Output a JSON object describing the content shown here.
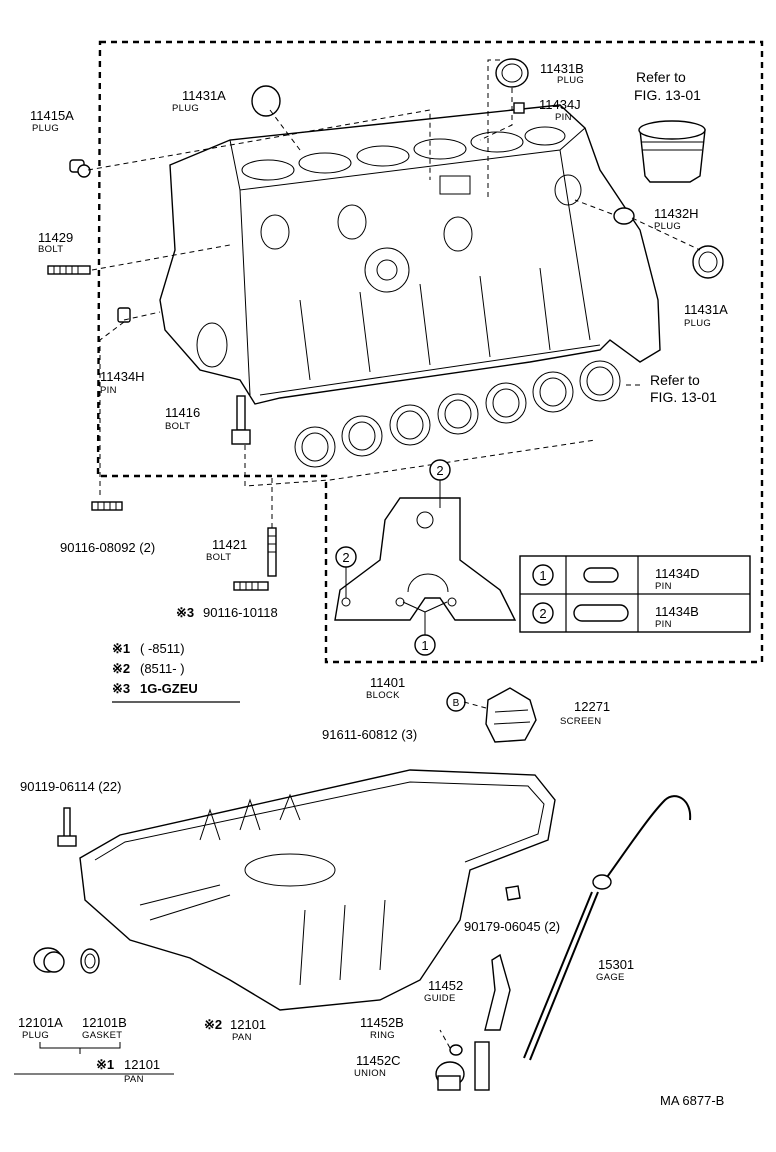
{
  "labels": {
    "p11415A": {
      "number": "11415A",
      "name": "PLUG"
    },
    "p11431A_top": {
      "number": "11431A",
      "name": "PLUG"
    },
    "p11431B": {
      "number": "11431B",
      "name": "PLUG"
    },
    "p11434J": {
      "number": "11434J",
      "name": "PIN"
    },
    "p11429": {
      "number": "11429",
      "name": "BOLT"
    },
    "p11432H": {
      "number": "11432H",
      "name": "PLUG"
    },
    "p11431A_right": {
      "number": "11431A",
      "name": "PLUG"
    },
    "p11434H": {
      "number": "11434H",
      "name": "PIN"
    },
    "p11416": {
      "number": "11416",
      "name": "BOLT"
    },
    "p90116_08092": {
      "number": "90116-08092 (2)"
    },
    "p11421": {
      "number": "11421",
      "name": "BOLT"
    },
    "p90116_10118": {
      "number": "90116-10118",
      "mark": "※3"
    },
    "p11401": {
      "number": "11401",
      "name": "BLOCK"
    },
    "p91611": {
      "number": "91611-60812 (3)"
    },
    "p12271": {
      "number": "12271",
      "name": "SCREEN"
    },
    "p90119": {
      "number": "90119-06114 (22)"
    },
    "p90179": {
      "number": "90179-06045 (2)"
    },
    "p15301": {
      "number": "15301",
      "name": "GAGE"
    },
    "p11452": {
      "number": "11452",
      "name": "GUIDE"
    },
    "p11452B": {
      "number": "11452B",
      "name": "RING"
    },
    "p11452C": {
      "number": "11452C",
      "name": "UNION"
    },
    "p12101A": {
      "number": "12101A",
      "name": "PLUG"
    },
    "p12101B": {
      "number": "12101B",
      "name": "GASKET"
    },
    "p12101_2": {
      "number": "12101",
      "name": "PAN",
      "mark": "※2"
    },
    "p12101_1": {
      "number": "12101",
      "name": "PAN",
      "mark": "※1"
    }
  },
  "refs": {
    "piston": [
      "Refer to",
      "FIG. 13-01"
    ],
    "bearings": [
      "Refer to",
      "FIG. 13-01"
    ]
  },
  "callouts": {
    "one": "1",
    "two": "2",
    "bolt_marker": "B"
  },
  "notes": [
    {
      "mark": "※1",
      "text": "(      -8511)"
    },
    {
      "mark": "※2",
      "text": "(8511-      )"
    },
    {
      "mark": "※3",
      "text": "1G-GZEU"
    }
  ],
  "pin_table": {
    "rows": [
      {
        "callout": "1",
        "number": "11434D",
        "name": "PIN"
      },
      {
        "callout": "2",
        "number": "11434B",
        "name": "PIN"
      }
    ]
  },
  "code": "MA  6877-B"
}
